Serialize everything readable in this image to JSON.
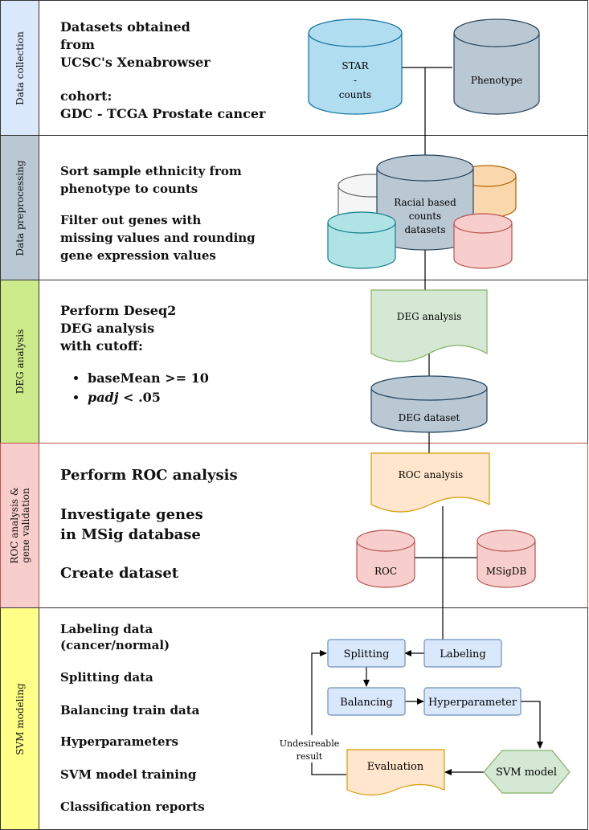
{
  "sections": {
    "collection": {
      "label": "Data collection",
      "line1": "Datasets obtained",
      "line2": "from",
      "line3": "UCSC's Xenabrowser",
      "line4": "cohort:",
      "line5": "GDC - TCGA Prostate cancer",
      "color": "#dae8fc"
    },
    "preprocessing": {
      "label": "Data preprocessing",
      "line1": "Sort sample ethnicity from",
      "line2": "phenotype to counts",
      "line3": "Filter out genes with",
      "line4": "missing values and rounding",
      "line5": "gene expression values",
      "color": "#bac8d3"
    },
    "deg": {
      "label": "DEG analysis",
      "line1": "Perform Deseq2",
      "line2": "DEG analysis",
      "line3": "with cutoff:",
      "bullet1": "baseMean >= 10",
      "bullet2_italic": "padj",
      "bullet2_rest": " < .05",
      "color": "#cdeb8b"
    },
    "roc": {
      "label_line1": "ROC analysis &",
      "label_line2": "gene validation",
      "line1": "Perform ROC analysis",
      "line2": "Investigate genes",
      "line3": "in MSig database",
      "line4": "Create dataset",
      "color": "#f8cecc"
    },
    "svm": {
      "label": "SVM modeling",
      "items": [
        "Labeling data",
        "(cancer/normal)",
        "Splitting data",
        "Balancing train data",
        "Hyperparameters",
        "SVM model training",
        "Classification reports"
      ],
      "color": "#ffff88"
    }
  },
  "nodes": {
    "star_line1": "STAR",
    "star_line2": "-",
    "star_line3": "counts",
    "phenotype": "Phenotype",
    "racial_line1": "Racial based",
    "racial_line2": "counts",
    "racial_line3": "datasets",
    "deg_analysis": "DEG analysis",
    "deg_dataset": "DEG dataset",
    "roc_analysis": "ROC analysis",
    "roc": "ROC",
    "msigdb": "MSigDB",
    "splitting": "Splitting",
    "labeling": "Labeling",
    "balancing": "Balancing",
    "hyperparameter": "Hyperparameter",
    "evaluation": "Evaluation",
    "svm_model": "SVM model",
    "undesirable_line1": "Undesireable",
    "undesirable_line2": "result"
  }
}
